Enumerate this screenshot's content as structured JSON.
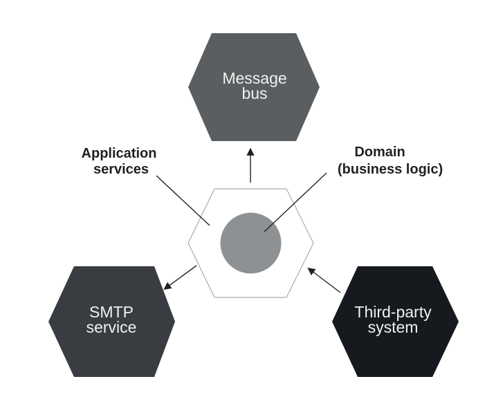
{
  "diagram": {
    "background_color": "#ffffff",
    "line_color": "#232021",
    "label_color": "#231f20",
    "hexagon_text_color": "#f2f1ef",
    "outer_hexagons": [
      {
        "name": "message-bus",
        "line1": "Message",
        "line2": "bus",
        "fill": "#5a5e61"
      },
      {
        "name": "smtp-service",
        "line1": "SMTP",
        "line2": "service",
        "fill": "#393d41"
      },
      {
        "name": "third-party-system",
        "line1": "Third-party",
        "line2": "system",
        "fill": "#16191d"
      }
    ],
    "core": {
      "name": "hexagonal-application",
      "hexagon_fill": "#ffffff",
      "hexagon_stroke": "#a9abae",
      "circle_fill": "#8e9194"
    },
    "annotations": [
      {
        "name": "application-services",
        "line1": "Application",
        "line2": "services",
        "points_to": "application-hexagon-interior"
      },
      {
        "name": "domain-business-logic",
        "line1": "Domain",
        "line2": "(business logic)",
        "points_to": "domain-circle"
      }
    ],
    "arrows": [
      {
        "from": "application",
        "to": "message-bus"
      },
      {
        "from": "application",
        "to": "smtp-service"
      },
      {
        "from": "third-party-system",
        "to": "application"
      }
    ]
  }
}
